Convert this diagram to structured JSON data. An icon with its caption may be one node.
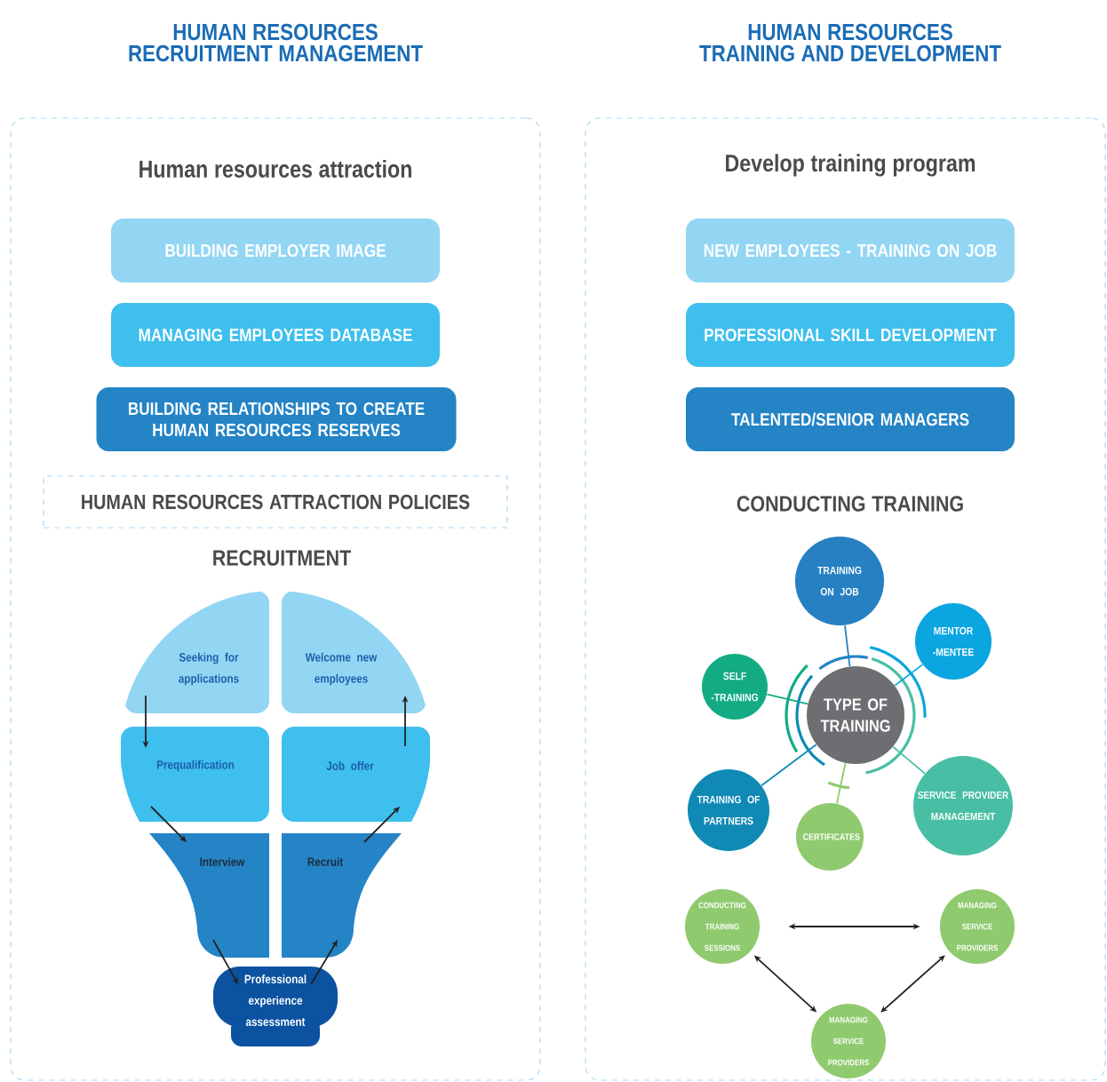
{
  "diagram": {
    "nodes": [
      {
        "text": [
          "HUMAN RESOURCES RECRUITMENT MANAGEMENT",
          "Human resources attraction",
          "RECRUITMENT"
        ]
      },
      {
        "text": [
          "BUILDING EMPLOYER IMAGE"
        ],
        "in": 0
      },
      {
        "text": [
          "MANAGING EMPLOYEES DATABASE"
        ],
        "in": 0
      },
      {
        "text": [
          "BUILDING RELATIONSHIPS TO CREATE HUMAN RESOURCES RESERVES"
        ],
        "in": 0
      },
      {
        "text": [
          "HUMAN RESOURCES ATTRACTION POLICIES"
        ],
        "in": 0
      },
      {
        "text": [
          "Seeking for applications"
        ],
        "in": 0
      },
      {
        "text": [
          "Welcome new employees"
        ],
        "in": 0
      },
      {
        "text": [
          "Prequalification"
        ],
        "in": 0
      },
      {
        "text": [
          "Job offer"
        ],
        "in": 0
      },
      {
        "text": [
          "Interview"
        ],
        "in": 0
      },
      {
        "text": [
          "Recruit"
        ],
        "in": 0
      },
      {
        "text": [
          "Professional experience assessment"
        ],
        "in": 0
      },
      {
        "text": [
          "HUMAN RESOURCES TRAINING AND DEVELOPMENT",
          "Develop training program",
          "CONDUCTING TRAINING"
        ]
      },
      {
        "text": [
          "NEW EMPLOYEES - TRAINING ON JOB"
        ],
        "in": 12
      },
      {
        "text": [
          "PROFESSIONAL SKILL DEVELOPMENT"
        ],
        "in": 12
      },
      {
        "text": [
          "TALENTED/SENIOR MANAGERS"
        ],
        "in": 12
      },
      {
        "text": [
          "TYPE OF TRAINING"
        ],
        "in": 12
      },
      {
        "text": [
          "TRAINING ON JOB"
        ],
        "in": 12
      },
      {
        "text": [
          "MENTOR -MENTEE"
        ],
        "in": 12
      },
      {
        "text": [
          "SELF -TRAINING"
        ],
        "in": 12
      },
      {
        "text": [
          "TRAINING OF PARTNERS"
        ],
        "in": 12
      },
      {
        "text": [
          "CERTIFICATES"
        ],
        "in": 12
      },
      {
        "text": [
          "SERVICE PROVIDER MANAGEMENT"
        ],
        "in": 12
      },
      {
        "text": [
          "CONDUCTING TRAINING SESSIONS"
        ],
        "in": 12
      },
      {
        "text": [
          "MANAGING SERVICE PROVIDERS"
        ],
        "in": 12
      },
      {
        "text": [
          "MANAGING SERVICE PROVIDERS"
        ],
        "in": 12
      }
    ],
    "edges": [
      {
        "from": 5,
        "to": 7,
        "arrow": "to"
      },
      {
        "from": 7,
        "to": 9,
        "arrow": "to"
      },
      {
        "from": 9,
        "to": 11,
        "arrow": "to"
      },
      {
        "from": 11,
        "to": 10,
        "arrow": "to"
      },
      {
        "from": 10,
        "to": 8,
        "arrow": "to"
      },
      {
        "from": 8,
        "to": 6,
        "arrow": "to"
      },
      {
        "from": 16,
        "to": 17,
        "arrow": "none",
        "color": "#2680c2"
      },
      {
        "from": 16,
        "to": 18,
        "arrow": "none",
        "color": "#0ba5e0"
      },
      {
        "from": 16,
        "to": 19,
        "arrow": "none",
        "color": "#13ab84"
      },
      {
        "from": 16,
        "to": 20,
        "arrow": "none",
        "color": "#1089b5"
      },
      {
        "from": 16,
        "to": 21,
        "arrow": "none",
        "color": "#8fca6e"
      },
      {
        "from": 16,
        "to": 22,
        "arrow": "none",
        "color": "#48bfa4"
      },
      {
        "from": 23,
        "to": 24,
        "arrow": "both"
      },
      {
        "from": 23,
        "to": 25,
        "arrow": "both"
      },
      {
        "from": 24,
        "to": 25,
        "arrow": "both"
      }
    ]
  }
}
